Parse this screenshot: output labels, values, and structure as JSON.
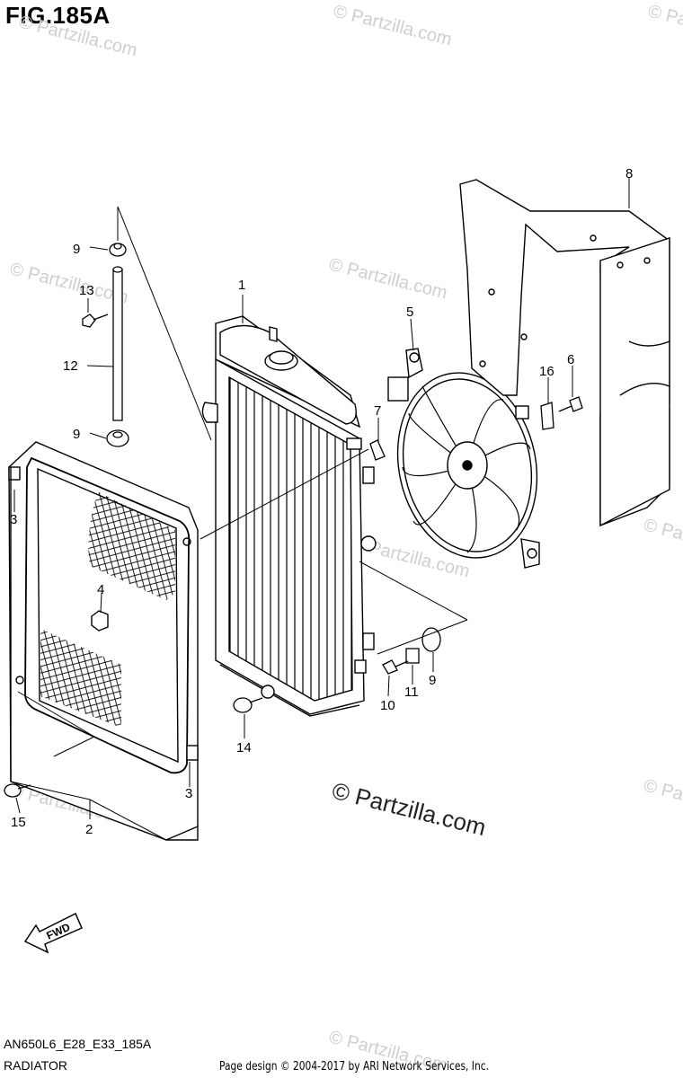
{
  "figure": {
    "title": "FIG.185A",
    "model_code": "AN650L6_E28_E33_185A",
    "section_name": "RADIATOR"
  },
  "footer": {
    "credit": "Page design © 2004-2017 by ARI Network Services, Inc."
  },
  "watermark": {
    "main": "© Partzilla.com",
    "faint": "© Partzilla.com"
  },
  "direction_badge": "FWD",
  "callouts": {
    "c1": "1",
    "c2": "2",
    "c3a": "3",
    "c3b": "3",
    "c4": "4",
    "c5": "5",
    "c6": "6",
    "c7": "7",
    "c8": "8",
    "c9a": "9",
    "c9b": "9",
    "c9c": "9",
    "c10": "10",
    "c11": "11",
    "c12": "12",
    "c13": "13",
    "c14": "14",
    "c15": "15",
    "c16": "16"
  }
}
